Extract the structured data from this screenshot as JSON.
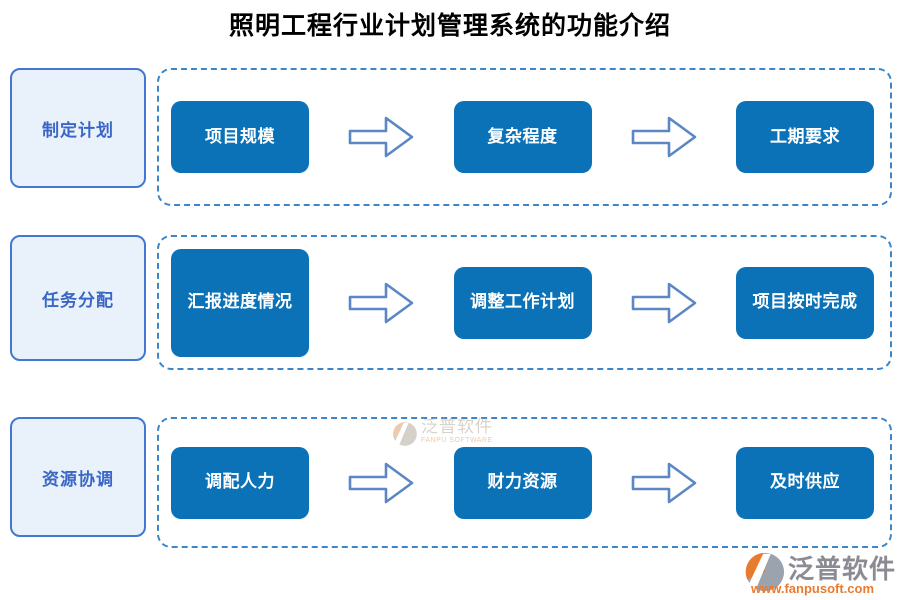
{
  "title": "照明工程行业计划管理系统的功能介绍",
  "rows": [
    {
      "label": "制定计划",
      "steps": [
        "项目规模",
        "复杂程度",
        "工期要求"
      ]
    },
    {
      "label": "任务分配",
      "steps": [
        "汇报进度情况",
        "调整工作计划",
        "项目按时完成"
      ]
    },
    {
      "label": "资源协调",
      "steps": [
        "调配人力",
        "财力资源",
        "及时供应"
      ]
    }
  ],
  "watermark": {
    "name": "泛普软件",
    "subtitle": "FANPU SOFTWARE"
  },
  "footer_logo": {
    "name": "泛普软件",
    "url": "www.fanpusoft.com"
  },
  "colors": {
    "box_blue": "#0b72b8",
    "dashed_border": "#3c85c8",
    "label_border": "#4377d2",
    "label_bg": "#e9f1fb",
    "label_text": "#3a66c6",
    "arrow_stroke": "#5b87c5",
    "logo_orange": "#e87c2e",
    "logo_gray": "#8b8b93"
  }
}
